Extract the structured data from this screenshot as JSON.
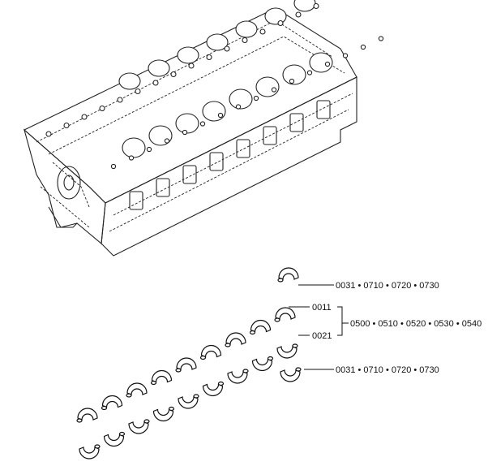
{
  "callouts": {
    "upper_shells": "0031 • 0710 • 0720 • 0730",
    "upper_shell_part": "0011",
    "lower_shell_part": "0021",
    "shell_set": "0500 • 0510 • 0520 • 0530 • 0540",
    "lower_shells": "0031 • 0710 • 0720 • 0730"
  }
}
